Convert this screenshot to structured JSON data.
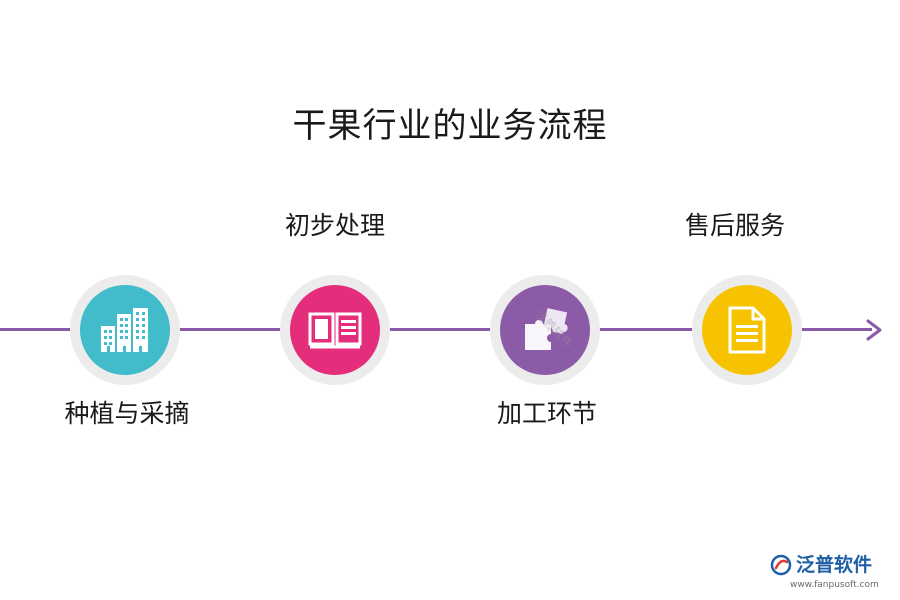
{
  "title": "干果行业的业务流程",
  "steps": [
    {
      "label": "种植与采摘",
      "icon": "buildings-icon",
      "color": "#42bccb"
    },
    {
      "label": "初步处理",
      "icon": "open-book-icon",
      "color": "#e42e7c"
    },
    {
      "label": "加工环节",
      "icon": "puzzle-icon",
      "color": "#8c5ba7"
    },
    {
      "label": "售后服务",
      "icon": "document-icon",
      "color": "#f7c300"
    }
  ],
  "timeline_color": "#8a5aa8",
  "watermark_text": "泛普软件",
  "brand": {
    "name": "泛普软件",
    "url": "www.fanpusoft.com",
    "color": "#1f5fa6"
  }
}
